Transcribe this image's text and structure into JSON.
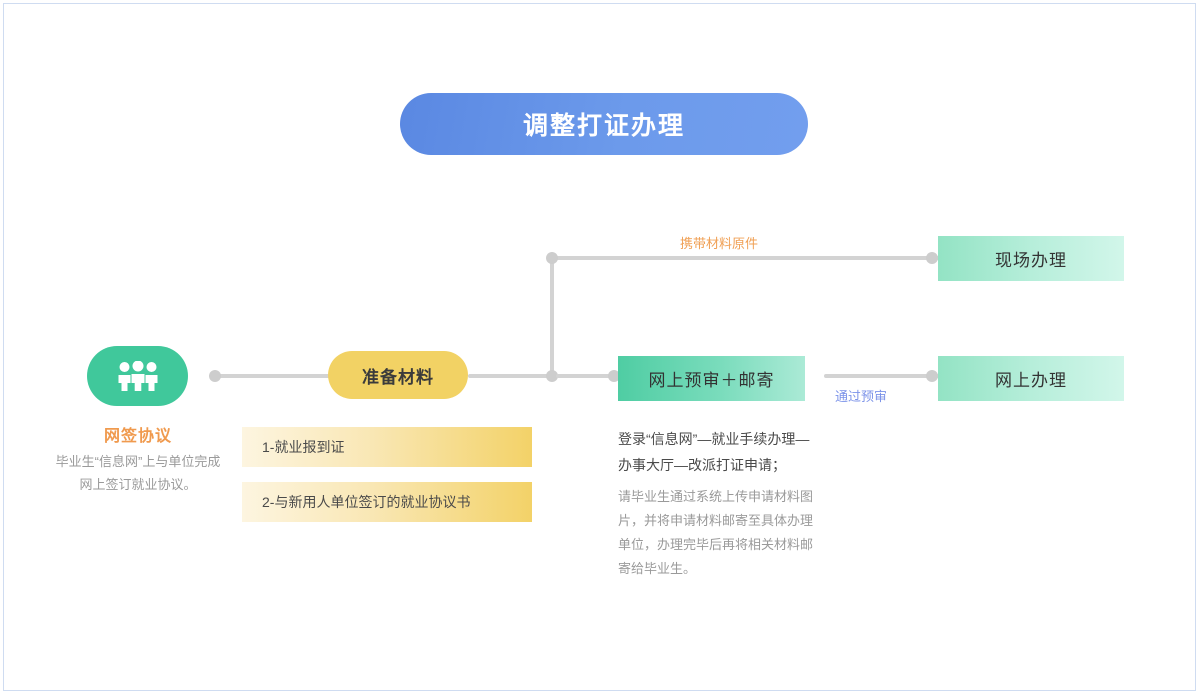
{
  "page": {
    "background": "#ffffff",
    "border_color": "#cfdcf1"
  },
  "header": {
    "title": "调整打证办理",
    "accent": "#6c9aeb"
  },
  "nodes": {
    "start": {
      "icon": "group-of-three-people-icon",
      "color": "#40c89b",
      "caption": "网签协议",
      "caption_color": "#f09a4e",
      "description": "毕业生“信息网”上与单位完成网上签订就业协议。"
    },
    "prepare": {
      "label": "准备材料",
      "color": "#f2d264"
    },
    "preaudit": {
      "label": "网上预审＋邮寄",
      "color": "#4fcda3"
    },
    "onsite": {
      "label": "现场办理",
      "color": "#93e3c4"
    },
    "online": {
      "label": "网上办理",
      "color": "#93e3c4"
    }
  },
  "materials": [
    {
      "text": "1-就业报到证"
    },
    {
      "text": "2-与新用人单位签订的就业协议书"
    }
  ],
  "edge_labels": {
    "carry_originals": "携带材料原件",
    "carry_originals_color": "#f0a055",
    "pass_preaudit": "通过预审",
    "pass_preaudit_color": "#7c93e9"
  },
  "descriptions": {
    "main": "登录“信息网”—就业手续办理—办事大厅—改派打证申请；",
    "sub": "请毕业生通过系统上传申请材料图片，并将申请材料邮寄至具体办理单位，办理完毕后再将相关材料邮寄给毕业生。"
  }
}
